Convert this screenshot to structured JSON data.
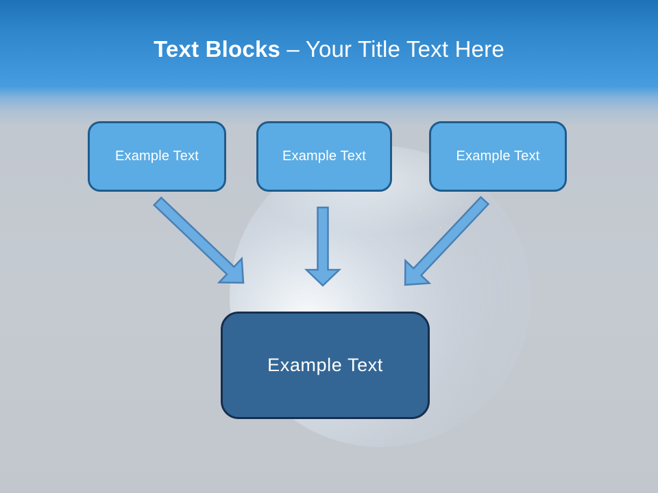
{
  "title": {
    "bold": "Text Blocks",
    "rest": " – Your Title Text Here"
  },
  "boxes": [
    {
      "label": "Example Text"
    },
    {
      "label": "Example Text"
    },
    {
      "label": "Example Text"
    }
  ],
  "center_box": {
    "label": "Example Text"
  },
  "icons": {
    "arrow_left": "down-right-block-arrow",
    "arrow_middle": "down-block-arrow",
    "arrow_right": "down-left-block-arrow",
    "background_image": "earth-globe"
  },
  "colors": {
    "header_top": "#1e72b8",
    "header_bottom": "#469cdf",
    "background_gray": "#c5cad1",
    "box_fill": "#5bace4",
    "box_border": "#1f5c8d",
    "center_box_fill": "#336695",
    "center_box_border": "#162e4d",
    "arrow_fill": "#69ade3",
    "arrow_stroke": "#4a80b4",
    "title_text": "#ffffff"
  }
}
